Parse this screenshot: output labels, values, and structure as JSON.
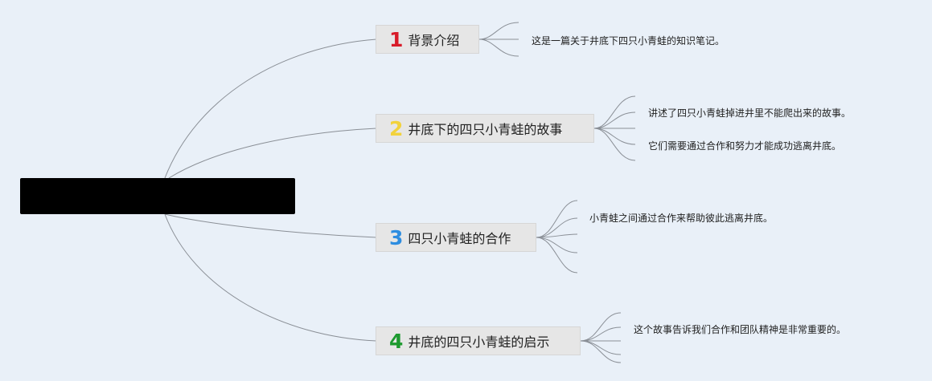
{
  "branches": [
    {
      "number": "1",
      "label": "背景介绍",
      "color": "#d81b29"
    },
    {
      "number": "2",
      "label": "井底下的四只小青蛙的故事",
      "color": "#f2d23c"
    },
    {
      "number": "3",
      "label": "四只小青蛙的合作",
      "color": "#2d8de0"
    },
    {
      "number": "4",
      "label": "井底的四只小青蛙的启示",
      "color": "#1d9a2f"
    }
  ],
  "leaves": {
    "b1": [
      "这是一篇关于井底下四只小青蛙的知识笔记。"
    ],
    "b2": [
      "讲述了四只小青蛙掉进井里不能爬出来的故事。",
      "它们需要通过合作和努力才能成功逃离井底。"
    ],
    "b3": [
      "小青蛙之间通过合作来帮助彼此逃离井底。"
    ],
    "b4": [
      "这个故事告诉我们合作和团队精神是非常重要的。"
    ]
  },
  "colors": {
    "background": "#e9f0f8",
    "line": "#8a8f96",
    "node_fill": "#e6e6e6"
  }
}
